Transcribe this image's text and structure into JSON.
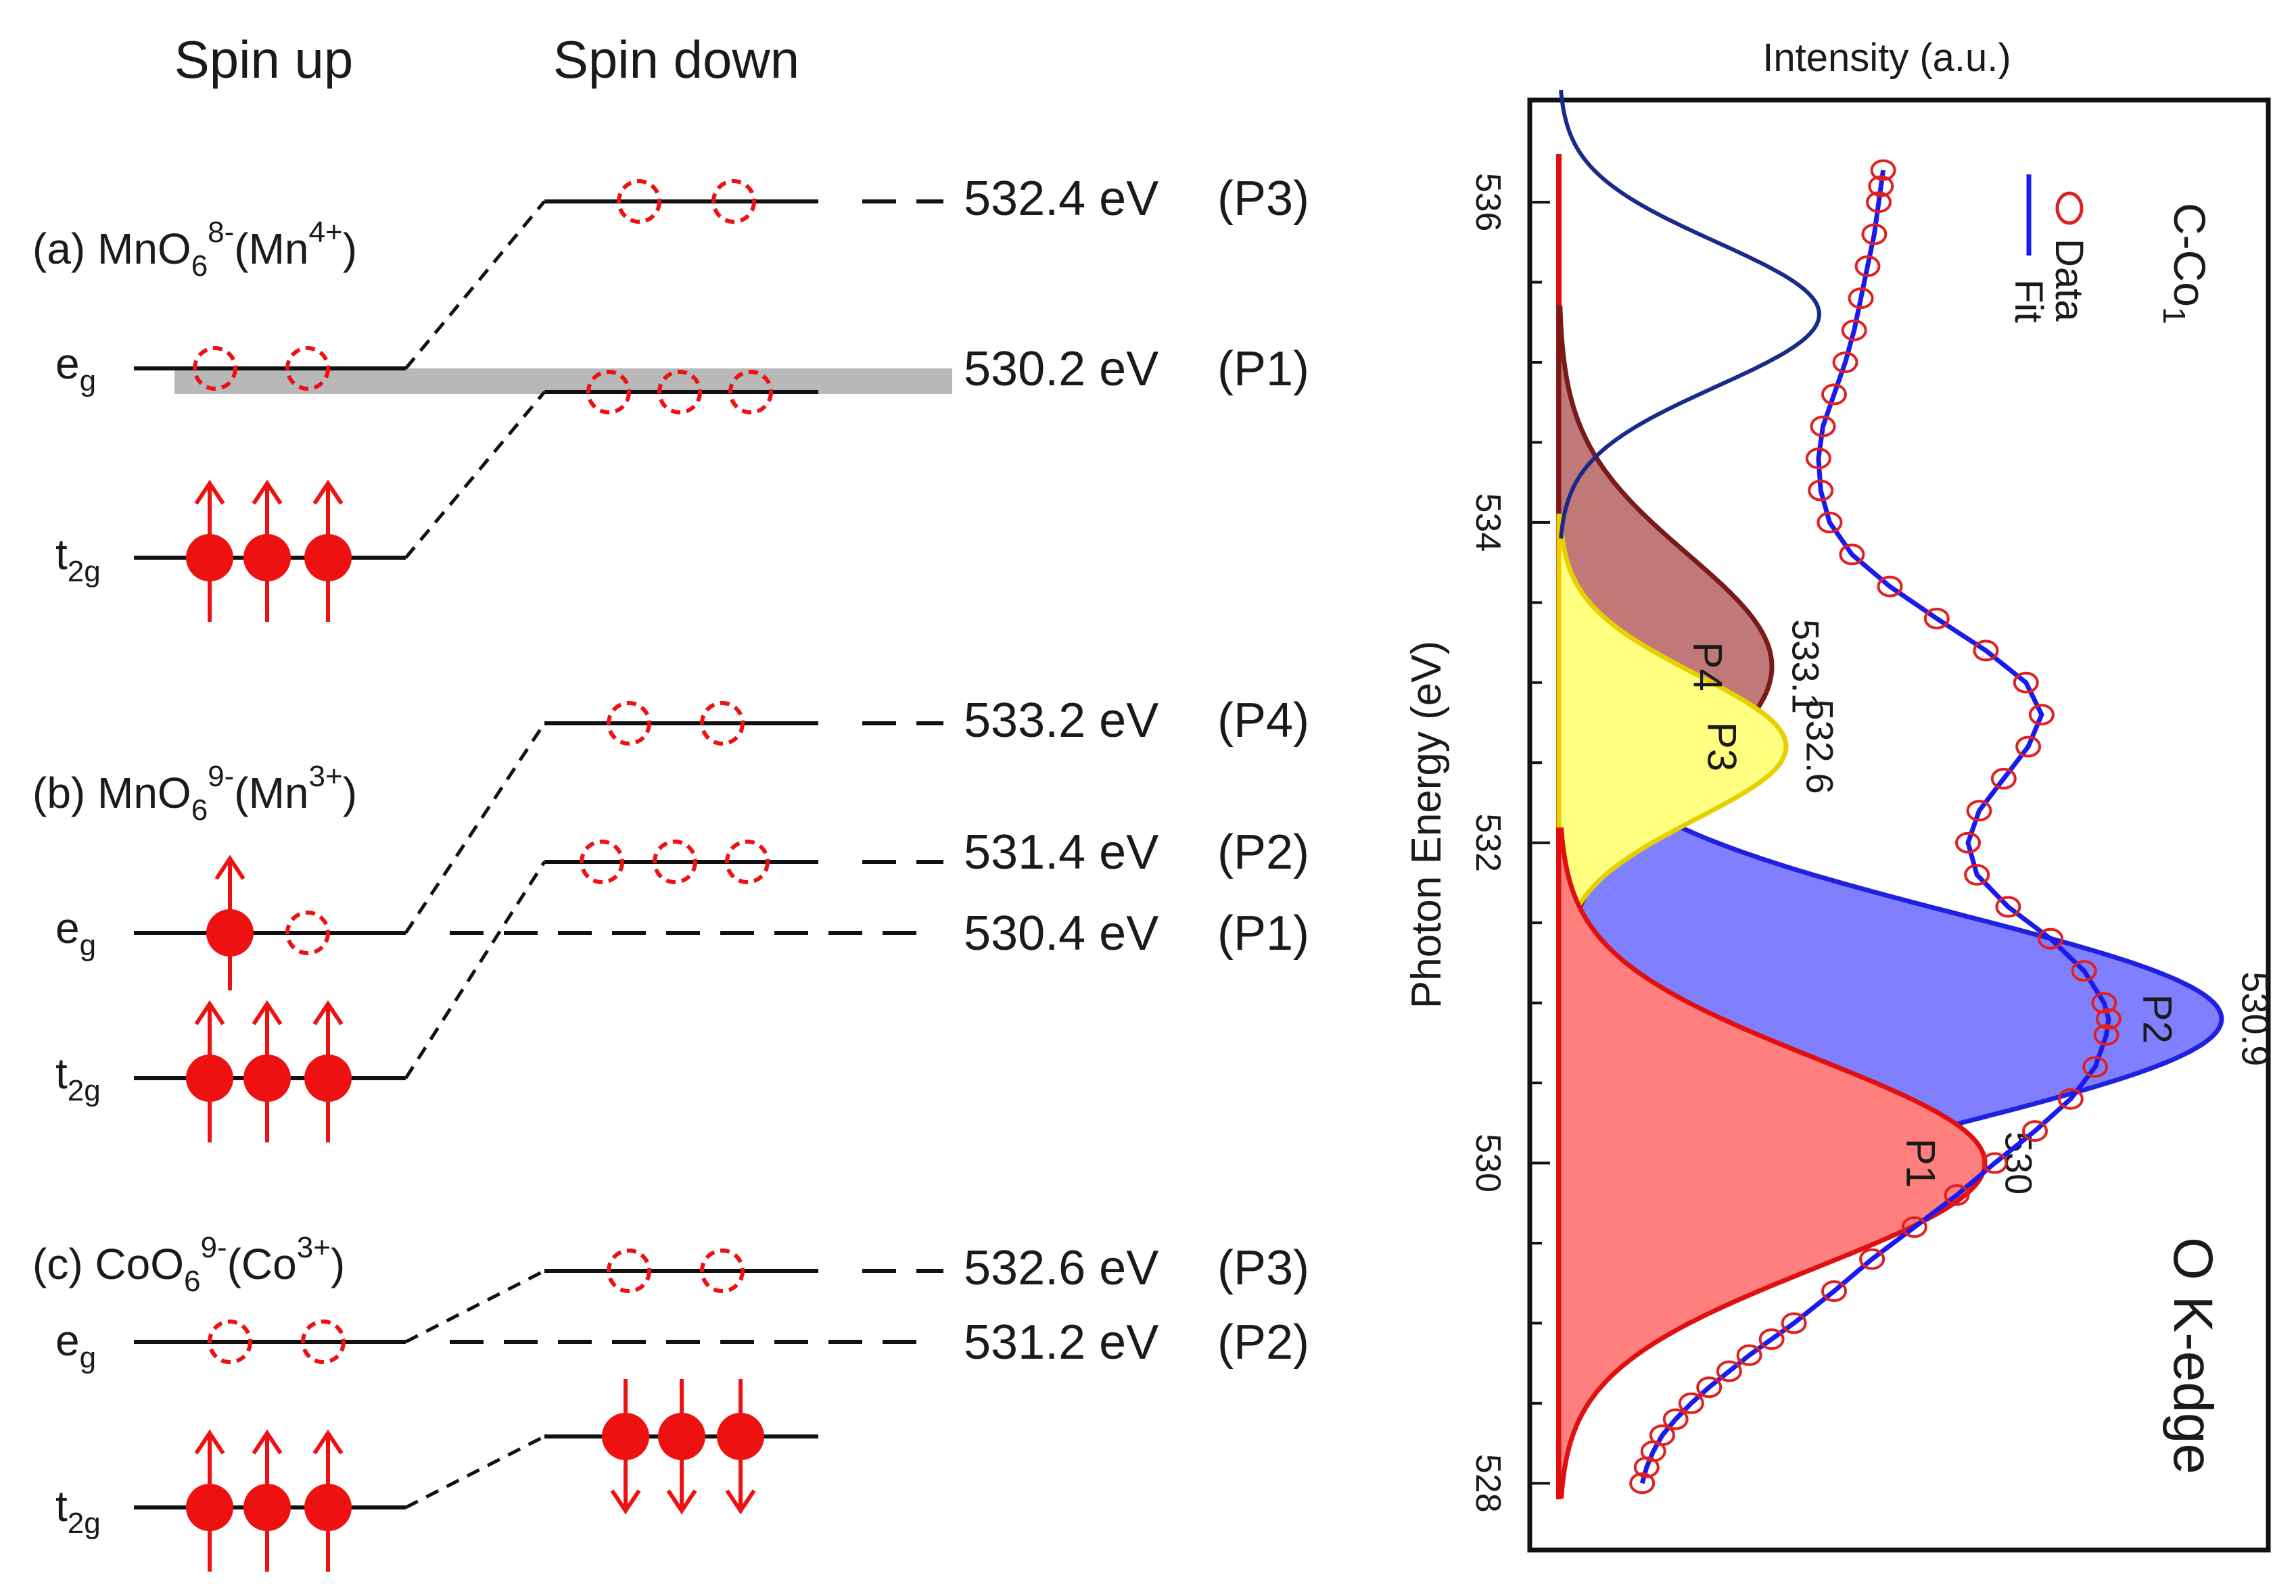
{
  "diagram": {
    "header_spin_up": "Spin up",
    "header_spin_down": "Spin down",
    "panels": [
      {
        "label_prefix": "(a) MnO",
        "label_sub": "6",
        "label_sup": "8-",
        "label_mid": "(Mn",
        "label_sup2": "4+",
        "label_end": ")",
        "eg_sub": "g",
        "t2g_sub": "2g",
        "levels": [
          {
            "energy": "532.4 eV",
            "peak": "(P3)"
          },
          {
            "energy": "530.2 eV",
            "peak": "(P1)"
          }
        ]
      },
      {
        "label_prefix": "(b) MnO",
        "label_sub": "6",
        "label_sup": "9-",
        "label_mid": "(Mn",
        "label_sup2": "3+",
        "label_end": ")",
        "eg_sub": "g",
        "t2g_sub": "2g",
        "levels": [
          {
            "energy": "533.2 eV",
            "peak": "(P4)"
          },
          {
            "energy": "531.4 eV",
            "peak": "(P2)"
          },
          {
            "energy": "530.4 eV",
            "peak": "(P1)"
          }
        ]
      },
      {
        "label_prefix": "(c) CoO",
        "label_sub": "6",
        "label_sup": "9-",
        "label_mid": "(Co",
        "label_sup2": "3+",
        "label_end": ")",
        "eg_sub": "g",
        "t2g_sub": "2g",
        "levels": [
          {
            "energy": "532.6 eV",
            "peak": "(P3)"
          },
          {
            "energy": "531.2 eV",
            "peak": "(P2)"
          }
        ]
      }
    ],
    "colors": {
      "electron": "#ee1111",
      "line": "#111111",
      "band": "#b8b8b8"
    }
  },
  "chart_data": {
    "type": "area",
    "title": "",
    "xlabel": "Photon Energy (eV)",
    "ylabel": "Intensity (a.u.)",
    "x_ticks": [
      "528",
      "530",
      "532",
      "534",
      "536"
    ],
    "x_range": [
      527.9,
      536.3
    ],
    "sample_label": "C-Co",
    "sample_sub": "1",
    "edge_label": "O K-edge",
    "legend": {
      "data": "Data",
      "fit": "Fit"
    },
    "peaks": [
      {
        "name": "P1",
        "center": 530.0,
        "center_label": "530",
        "amplitude": 0.9,
        "sigma": 0.65,
        "fill": "#ff7f7f",
        "stroke": "#e01010"
      },
      {
        "name": "P2",
        "center": 530.9,
        "center_label": "530.9",
        "amplitude": 1.4,
        "sigma": 0.65,
        "fill": "#8080ff",
        "stroke": "#2020e0"
      },
      {
        "name": "P3",
        "center": 532.6,
        "center_label": "532.6",
        "amplitude": 0.48,
        "sigma": 0.45,
        "fill": "#ffff80",
        "stroke": "#e6d000"
      },
      {
        "name": "P4",
        "center": 533.1,
        "center_label": "533.1",
        "amplitude": 0.45,
        "sigma": 0.7,
        "fill": "#c07878",
        "stroke": "#7a1a1a"
      }
    ],
    "extra_peak": {
      "center": 535.3,
      "amplitude": 0.55,
      "sigma": 0.45,
      "stroke": "#1a2a8a"
    },
    "data_series": {
      "name": "Data",
      "x": [
        528.0,
        528.1,
        528.2,
        528.3,
        528.4,
        528.5,
        528.6,
        528.7,
        528.8,
        528.9,
        529.0,
        529.2,
        529.4,
        529.6,
        529.8,
        530.0,
        530.2,
        530.4,
        530.6,
        530.8,
        530.9,
        531.0,
        531.2,
        531.4,
        531.6,
        531.8,
        532.0,
        532.2,
        532.4,
        532.6,
        532.8,
        533.0,
        533.2,
        533.4,
        533.6,
        533.8,
        534.0,
        534.2,
        534.4,
        534.6,
        534.8,
        535.0,
        535.2,
        535.4,
        535.6,
        535.8,
        536.0,
        536.1,
        536.2
      ],
      "y": [
        0.04,
        0.06,
        0.09,
        0.13,
        0.19,
        0.26,
        0.34,
        0.43,
        0.52,
        0.62,
        0.72,
        0.9,
        1.07,
        1.26,
        1.45,
        1.62,
        1.8,
        1.96,
        2.07,
        2.12,
        2.13,
        2.11,
        2.02,
        1.87,
        1.68,
        1.54,
        1.5,
        1.55,
        1.66,
        1.77,
        1.83,
        1.76,
        1.58,
        1.36,
        1.15,
        0.98,
        0.88,
        0.84,
        0.83,
        0.85,
        0.9,
        0.95,
        0.99,
        1.02,
        1.05,
        1.08,
        1.1,
        1.11,
        1.12
      ]
    },
    "colors": {
      "data": "#e02020",
      "fit": "#1a1aee"
    }
  }
}
